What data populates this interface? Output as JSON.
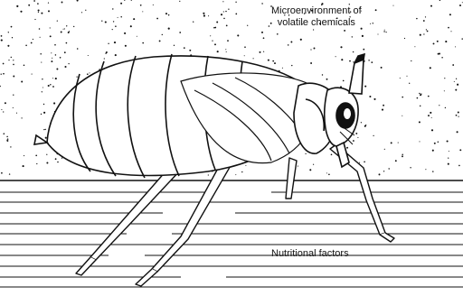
{
  "labels": {
    "volatile_line1": "Microenvironment of",
    "volatile_line2": "volatile chemicals",
    "nutrition": "Nutritional factors"
  },
  "colors": {
    "ink": "#111111",
    "background": "#ffffff"
  }
}
